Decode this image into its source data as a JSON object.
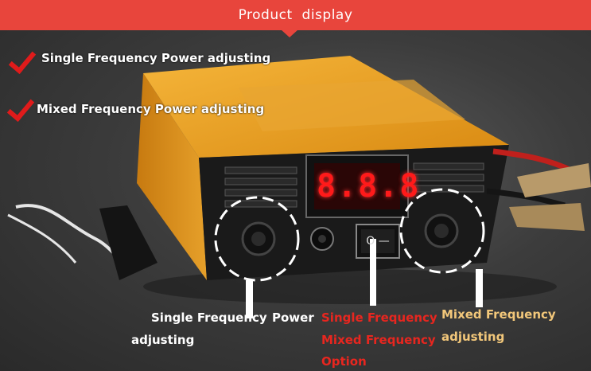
{
  "banner": {
    "title": "Product  display"
  },
  "features": [
    {
      "text": "Single Frequency Power adjusting"
    },
    {
      "text": "Mixed Frequency Power adjusting"
    }
  ],
  "display": {
    "readout": "8.8.8"
  },
  "callouts": {
    "single_line1": "Single Frequency",
    "single_line2": "adjusting",
    "power": "Power",
    "option_line1": "Single Frequency",
    "option_line2": "Mixed Frequency",
    "option_line3": "Option",
    "mixed_line1": "Mixed Frequency",
    "mixed_line2": "adjusting"
  },
  "colors": {
    "banner": "#e8453c",
    "device_body": "#e39a1f",
    "callout_red": "#e8261f",
    "callout_gold": "#f2c77a",
    "led": "#ff1a1a"
  }
}
